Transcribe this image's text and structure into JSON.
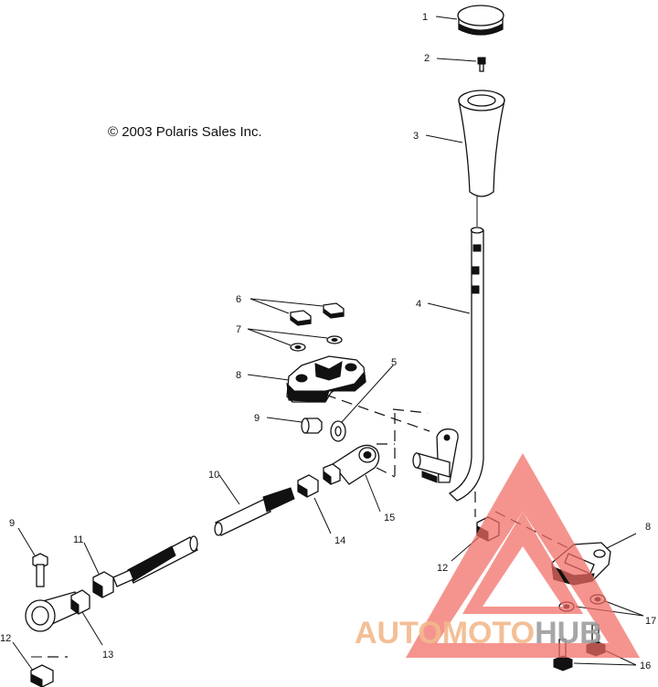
{
  "copyright": "© 2003 Polaris Sales Inc.",
  "callouts": [
    "1",
    "2",
    "3",
    "4",
    "5",
    "6",
    "7",
    "8",
    "9",
    "10",
    "11",
    "12",
    "13",
    "14",
    "15",
    "16",
    "17"
  ],
  "watermark": {
    "part_a": "AUTOMOTO",
    "part_b": "HUB",
    "color_a": "#f2b98c",
    "color_b": "#9e9e9e",
    "triangle_color": "#f26b63"
  },
  "icons": [
    "warning-triangle-logo"
  ]
}
